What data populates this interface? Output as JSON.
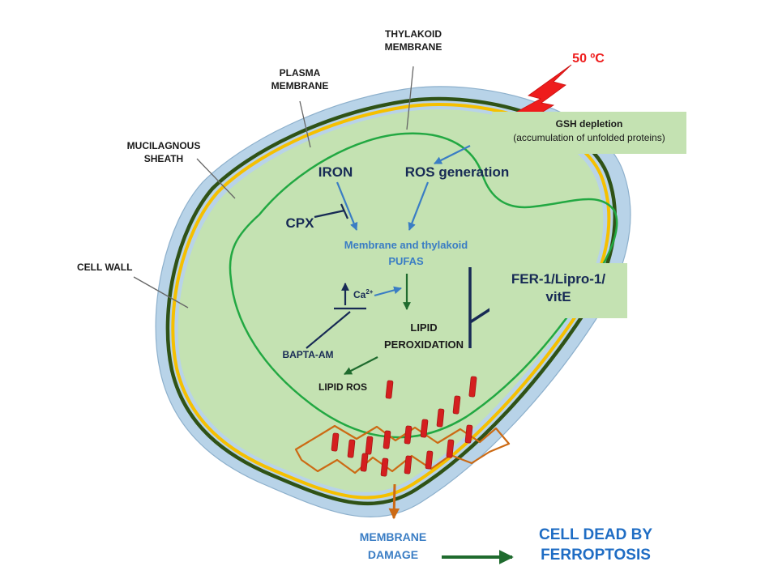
{
  "labels": {
    "thylakoid": [
      "THYLAKOID",
      "MEMBRANE"
    ],
    "plasma": [
      "PLASMA",
      "MEMBRANE"
    ],
    "mucilaginous": [
      "MUCILAGNOUS",
      "SHEATH"
    ],
    "cell_wall": "CELL WALL",
    "temperature": "50 ºC",
    "gsh": [
      "GSH depletion",
      "(accumulation of unfolded proteins)"
    ],
    "iron": "IRON",
    "ros_generation": "ROS generation",
    "cpx": "CPX",
    "pufas": [
      "Membrane and thylakoid",
      "PUFAS"
    ],
    "calcium": "Ca",
    "calcium_sup": "2+",
    "bapta": "BAPTA-AM",
    "lipid_peroxidation": [
      "LIPID",
      "PEROXIDATION"
    ],
    "inhibitors": [
      "FER-1/Lipro-1/",
      "vitE"
    ],
    "lipid_ros": "LIPID ROS",
    "membrane_damage": [
      "MEMBRANE",
      "DAMAGE"
    ],
    "cell_dead": [
      "CELL DEAD BY",
      "FERROPTOSIS"
    ]
  },
  "colors": {
    "cytoplasm": "#c4e2b2",
    "sheath": "#b8d3e8",
    "plasma_membrane": "#f5c000",
    "cell_wall": "#2f5216",
    "thylakoid": "#22a842",
    "lightning": "#ee1c1c",
    "lipid_ros": "#d41f1f",
    "damage": "#cc6a14",
    "arrow_blue": "#3a7dc4",
    "arrow_navy": "#172a55",
    "arrow_green": "#1f6b2e"
  }
}
